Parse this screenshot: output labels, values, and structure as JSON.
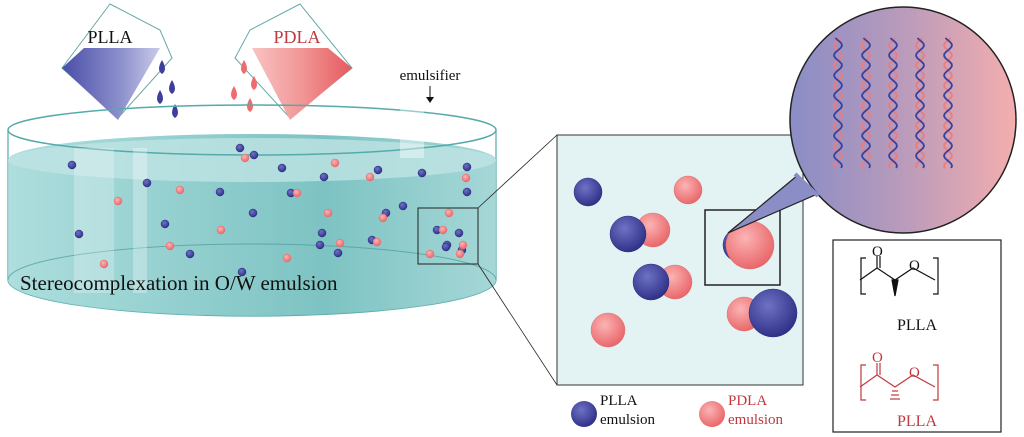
{
  "beakers": {
    "left_label": "PLLA",
    "right_label": "PDLA"
  },
  "dish": {
    "emulsifier_label": "emulsifier",
    "caption": "Stereocomplexation in O/W emulsion"
  },
  "legend": {
    "plla_line1": "PLLA",
    "plla_line2": "emulsion",
    "pdla_line1": "PDLA",
    "pdla_line2": "emulsion"
  },
  "structures": {
    "top_label": "PLLA",
    "bottom_label": "PLLA",
    "atom_o": "O"
  },
  "colors": {
    "plla": "#3d3f9a",
    "pdla": "#ef7b7b",
    "water": "#8ccccc",
    "pdla_text": "#c0393e"
  }
}
